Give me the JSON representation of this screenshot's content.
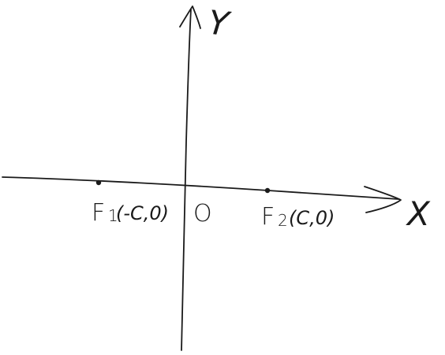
{
  "axes": {
    "x_label": "X",
    "y_label": "Y",
    "origin_label": "O"
  },
  "foci": [
    {
      "name": "F1",
      "sym": "F",
      "sub": "1",
      "coords": "(-C,0)"
    },
    {
      "name": "F2",
      "sym": "F",
      "sub": "2",
      "coords": "(C,0)"
    }
  ],
  "colors": {
    "ink": "#1a1a1a",
    "background": "#ffffff"
  }
}
